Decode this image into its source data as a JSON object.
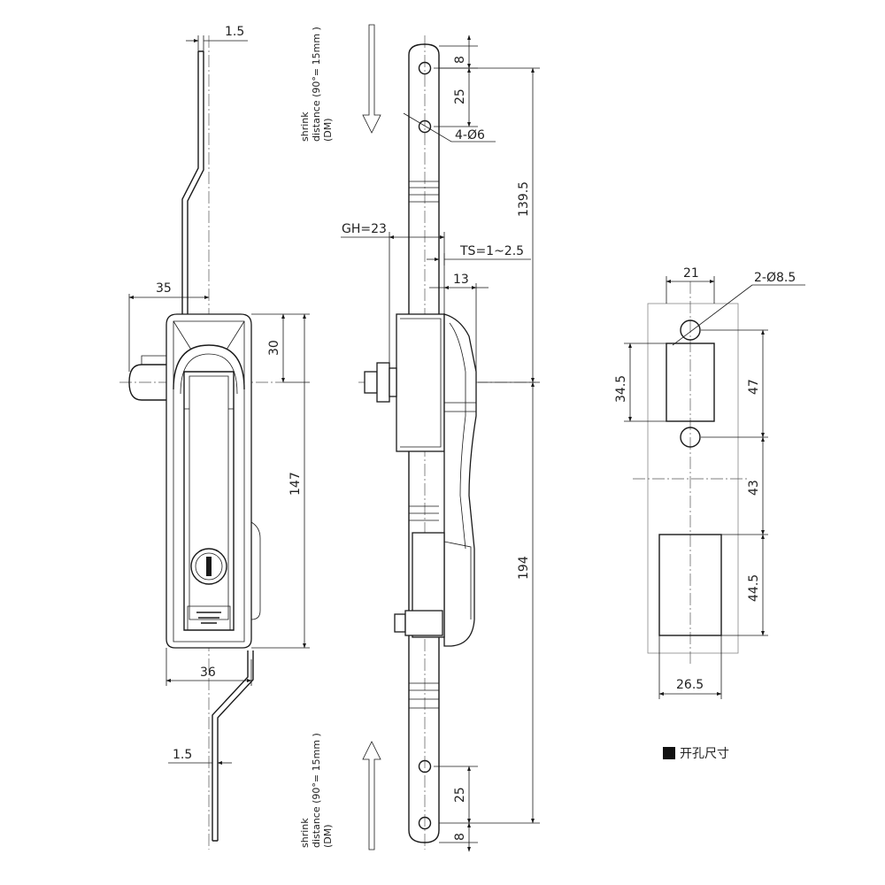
{
  "front_view": {
    "dims": {
      "top_thickness": "1.5",
      "offset": "35",
      "head_height": "30",
      "body_height": "147",
      "body_width": "36",
      "bottom_thickness": "1.5"
    },
    "note_top": [
      "shrink",
      "distance (90°= 15mm )",
      "(DM)"
    ],
    "note_bottom": [
      "shrink",
      "distance (90°= 15mm )",
      "(DM)"
    ]
  },
  "side_view": {
    "dims": {
      "top_end": "8",
      "top_pitch": "25",
      "holes": "4-Ø6",
      "upper_length": "139.5",
      "gh": "GH=23",
      "ts": "TS=1~2.5",
      "boss": "13",
      "lower_length": "194",
      "bottom_pitch": "25",
      "bottom_end": "8"
    }
  },
  "cutout_view": {
    "dims": {
      "width_top": "21",
      "holes": "2-Ø8.5",
      "upper_height": "34.5",
      "upper_pitch": "47",
      "gap": "43",
      "lower_height": "44.5",
      "lower_width": "26.5"
    },
    "legend_label": "开孔尺寸"
  }
}
